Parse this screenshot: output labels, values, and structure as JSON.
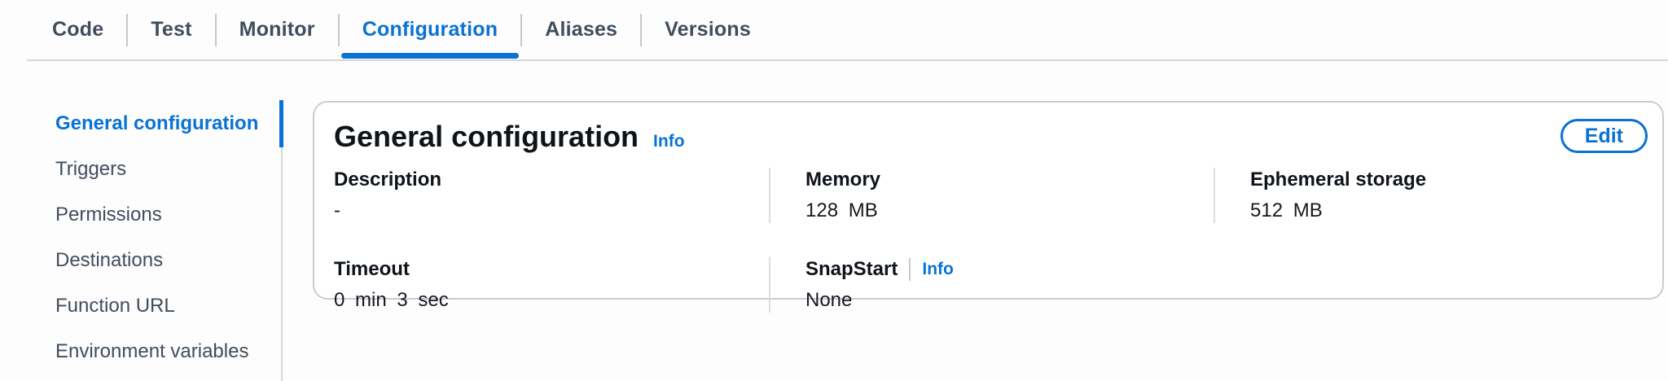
{
  "tabs": {
    "items": [
      {
        "label": "Code",
        "active": false
      },
      {
        "label": "Test",
        "active": false
      },
      {
        "label": "Monitor",
        "active": false
      },
      {
        "label": "Configuration",
        "active": true
      },
      {
        "label": "Aliases",
        "active": false
      },
      {
        "label": "Versions",
        "active": false
      }
    ]
  },
  "sidebar": {
    "items": [
      {
        "label": "General configuration",
        "active": true
      },
      {
        "label": "Triggers",
        "active": false
      },
      {
        "label": "Permissions",
        "active": false
      },
      {
        "label": "Destinations",
        "active": false
      },
      {
        "label": "Function URL",
        "active": false
      },
      {
        "label": "Environment variables",
        "active": false
      }
    ]
  },
  "card": {
    "title": "General configuration",
    "title_info_label": "Info",
    "edit_button_label": "Edit",
    "fields": [
      {
        "label": "Description",
        "value": "-"
      },
      {
        "label": "Memory",
        "value": "128 MB"
      },
      {
        "label": "Ephemeral storage",
        "value": "512 MB"
      },
      {
        "label": "Timeout",
        "value": "0 min 3 sec"
      },
      {
        "label": "SnapStart",
        "info_label": "Info",
        "value": "None"
      }
    ]
  },
  "colors": {
    "accent_blue": "#0972d3",
    "text_dark": "#16191f",
    "divider_gray": "#d4d8de"
  }
}
